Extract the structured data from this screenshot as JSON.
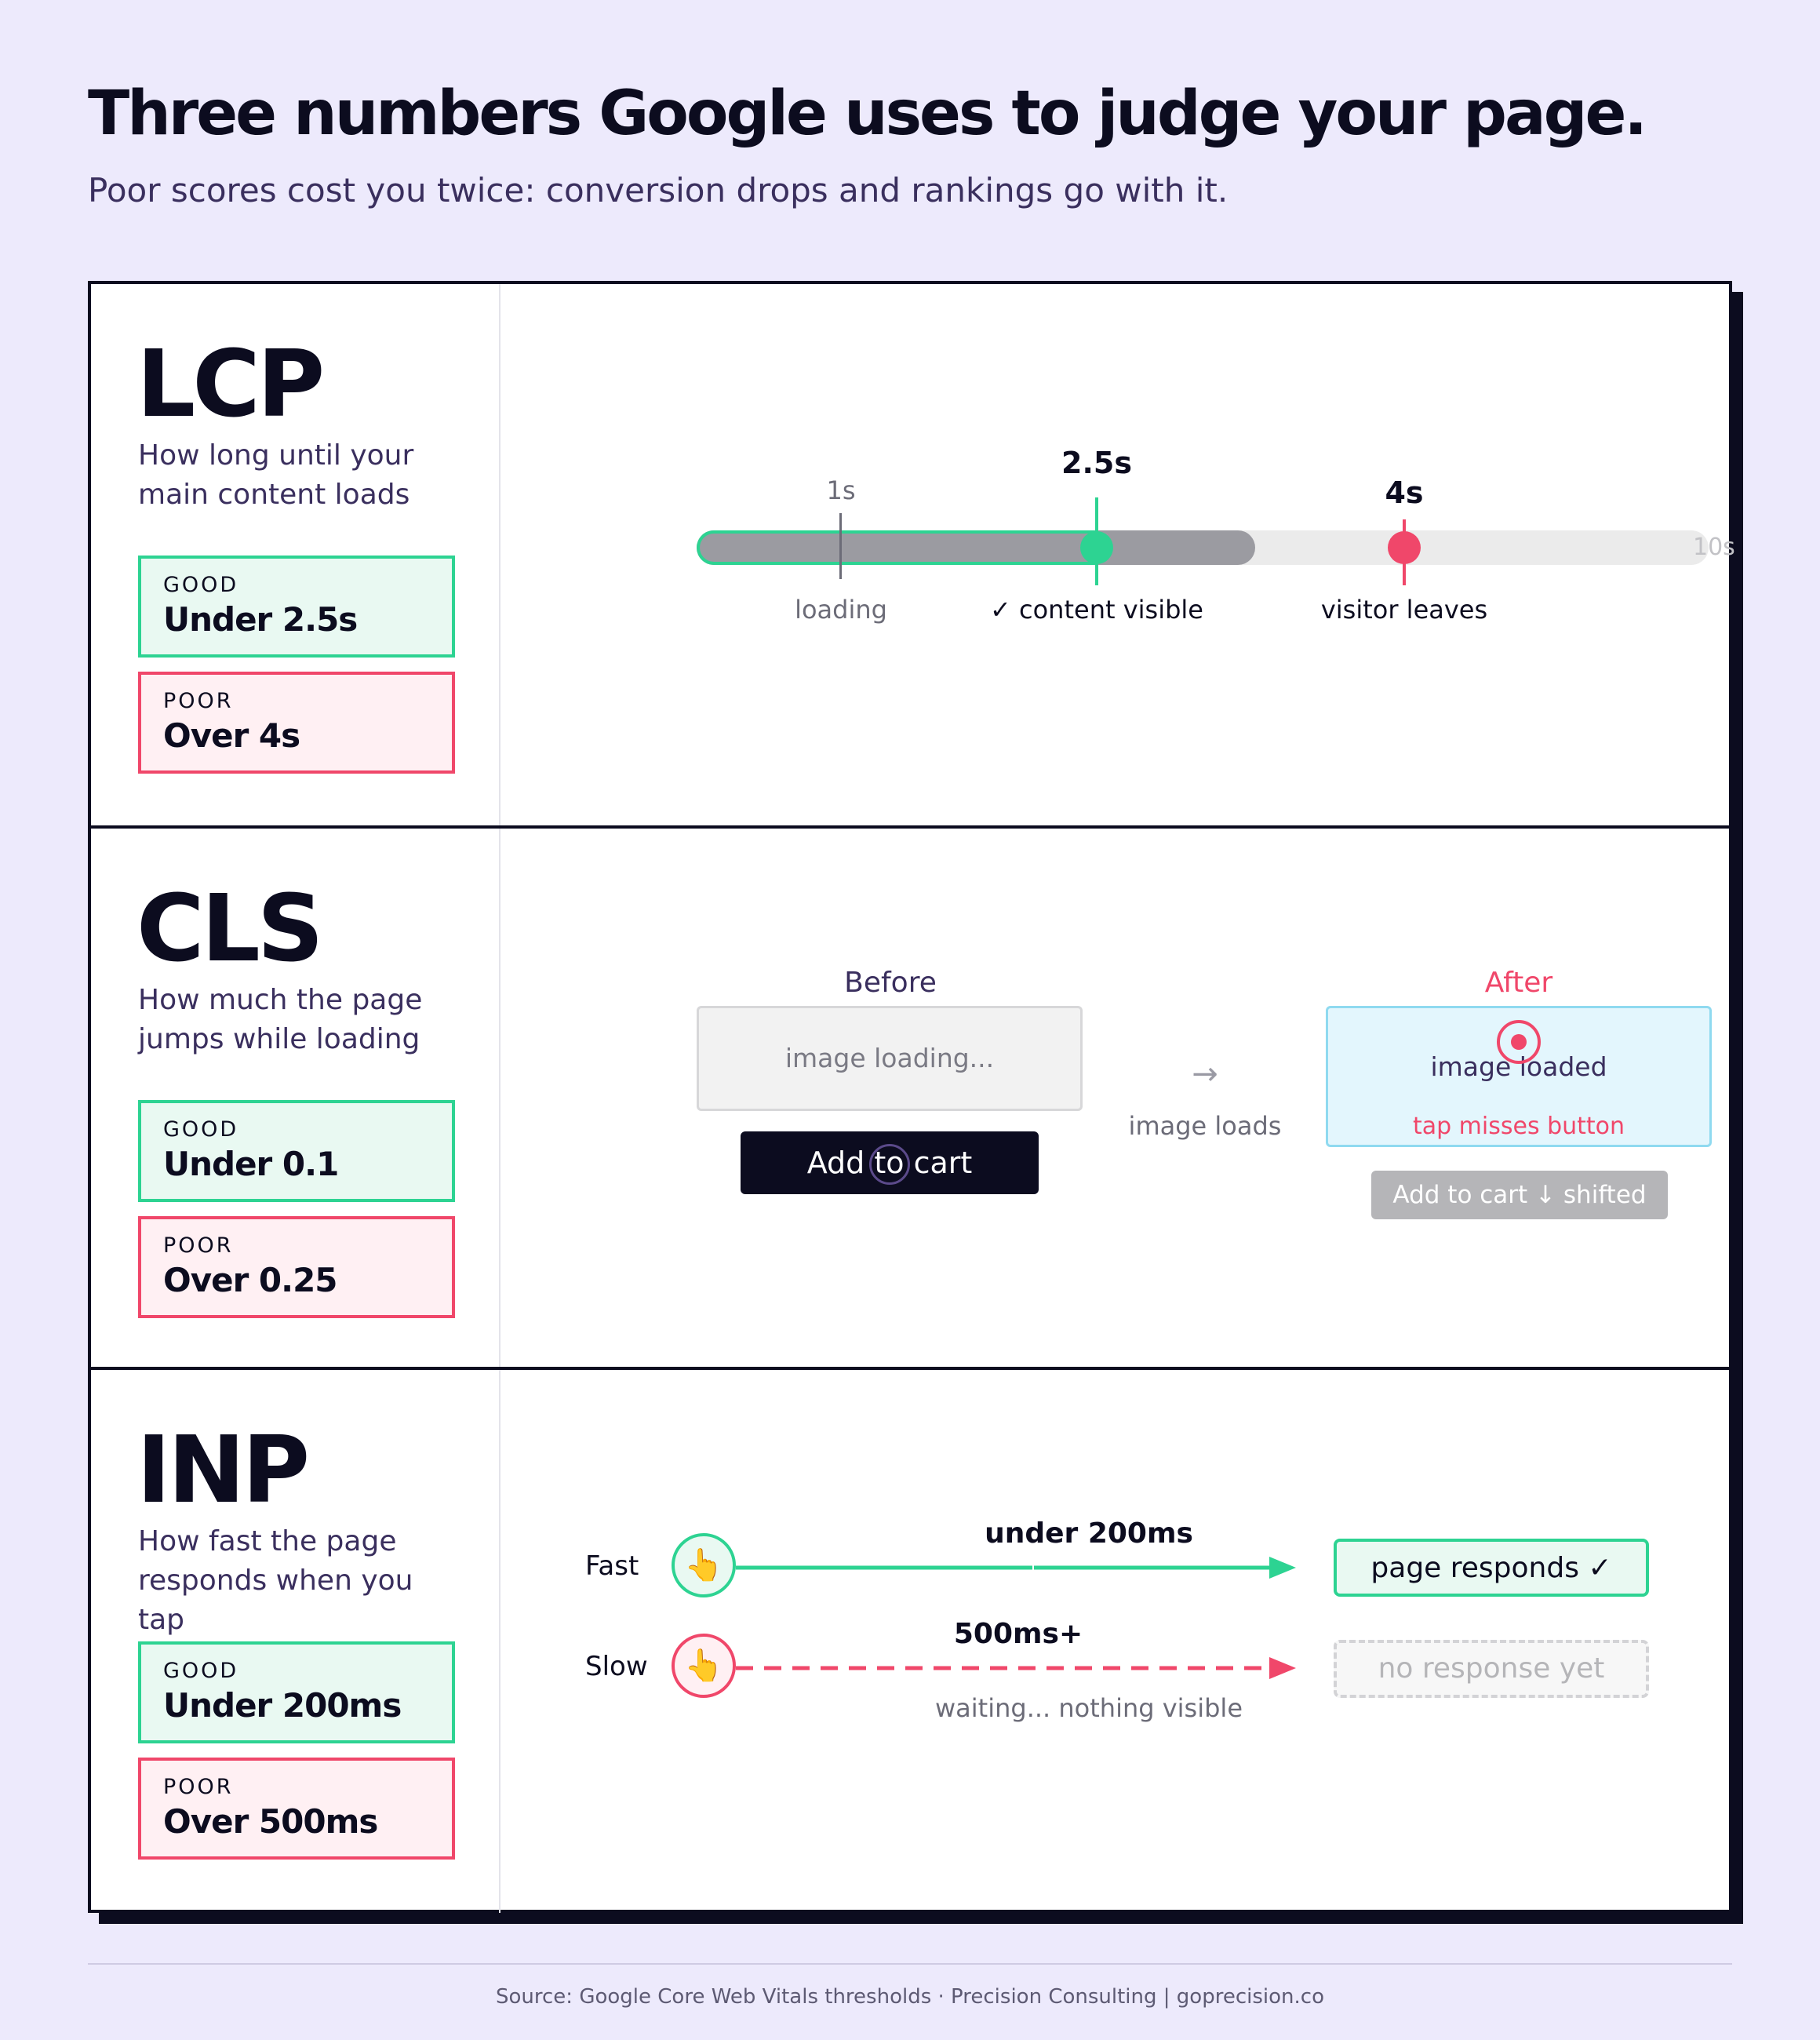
{
  "header": {
    "title": "Three numbers Google uses to judge your page.",
    "subtitle": "Poor scores cost you twice: conversion drops and rankings go with it."
  },
  "lcp": {
    "name": "LCP",
    "desc_line1": "How long until your",
    "desc_line2": "main content loads",
    "good_label": "GOOD",
    "good_value": "Under 2.5s",
    "poor_label": "POOR",
    "poor_value": "Over 4s",
    "timeline": {
      "max_label": "10s",
      "markers": [
        {
          "time": "1s",
          "caption": "loading"
        },
        {
          "time": "2.5s",
          "caption": "✓ content visible"
        },
        {
          "time": "4s",
          "caption": "visitor leaves"
        }
      ]
    }
  },
  "cls": {
    "name": "CLS",
    "desc_line1": "How much the page",
    "desc_line2": "jumps while loading",
    "good_label": "GOOD",
    "good_value": "Under 0.1",
    "poor_label": "POOR",
    "poor_value": "Over 0.25",
    "before_label": "Before",
    "before_image": "image loading...",
    "before_button": "Add to cart",
    "transition_arrow": "→",
    "transition": "image loads",
    "after_label": "After",
    "after_image": "image loaded",
    "after_note": "tap misses button",
    "after_button": "Add to cart ↓ shifted"
  },
  "inp": {
    "name": "INP",
    "desc_line1": "How fast the page",
    "desc_line2": "responds when you tap",
    "good_label": "GOOD",
    "good_value": "Under 200ms",
    "poor_label": "POOR",
    "poor_value": "Over 500ms",
    "hand_icon": "👆",
    "fast_label": "Fast",
    "fast_time": "under 200ms",
    "fast_result": "page responds ✓",
    "slow_label": "Slow",
    "slow_time": "500ms+",
    "slow_note": "waiting... nothing visible",
    "slow_result": "no response yet"
  },
  "colors": {
    "good": "#2dd392",
    "poor": "#f0476a",
    "ink": "#0c0c1f",
    "background": "#edeafc"
  },
  "footer": {
    "source": "Source: Google Core Web Vitals thresholds  ·  Precision Consulting | goprecision.co"
  }
}
